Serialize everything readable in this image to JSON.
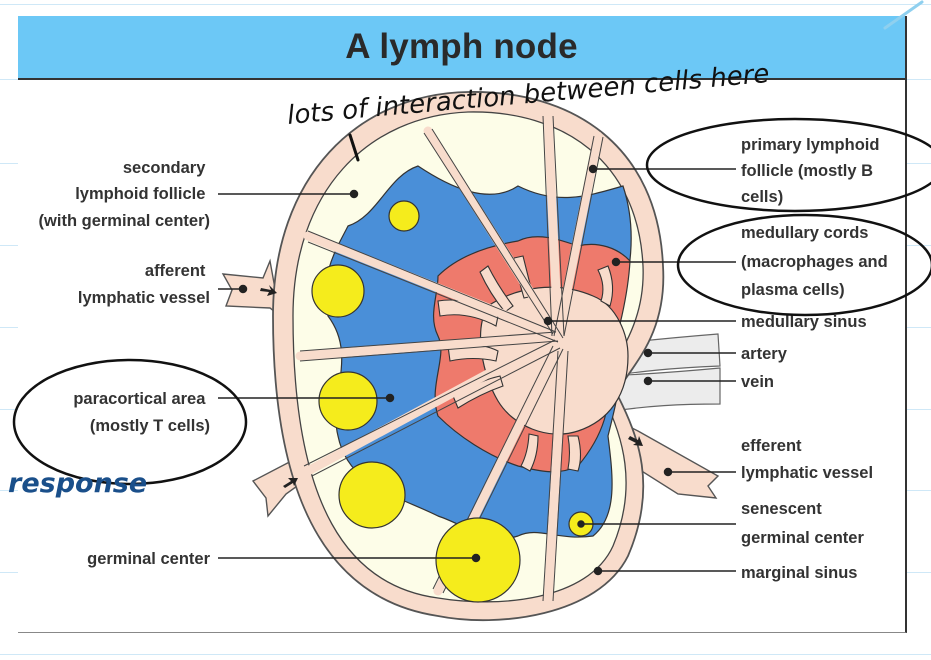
{
  "title": "A lymph node",
  "labels_left": {
    "secondary_follicle": [
      "secondary",
      "lymphoid follicle",
      "(with germinal center)"
    ],
    "afferent": [
      "afferent",
      "lymphatic vessel"
    ],
    "paracortical": [
      "paracortical area",
      "(mostly T cells)"
    ],
    "germinal_center": [
      "germinal center"
    ]
  },
  "labels_right": {
    "primary_follicle": [
      "primary lymphoid",
      "follicle (mostly B",
      "cells)"
    ],
    "medullary_cords": [
      "medullary cords",
      "(macrophages and",
      "plasma cells)"
    ],
    "medullary_sinus": [
      "medullary sinus"
    ],
    "artery": [
      "artery"
    ],
    "vein": [
      "vein"
    ],
    "efferent": [
      "efferent",
      "lymphatic vessel"
    ],
    "senescent": [
      "senescent",
      "germinal center"
    ],
    "marginal_sinus": [
      "marginal sinus"
    ]
  },
  "annotations": {
    "top_note": "lots of interaction between cells here",
    "left_note": "response"
  },
  "colors": {
    "title_bar": "#6cc8f6",
    "capsule": "#f8dccc",
    "follicle": "#fdfde8",
    "paracortex": "#4a8fd8",
    "medullary_cords": "#ee7a6c",
    "germinal_center": "#f5ec1c",
    "ink_black": "#111111",
    "ink_blue": "#1a4f8a",
    "rule_line": "#cfe8f7"
  }
}
